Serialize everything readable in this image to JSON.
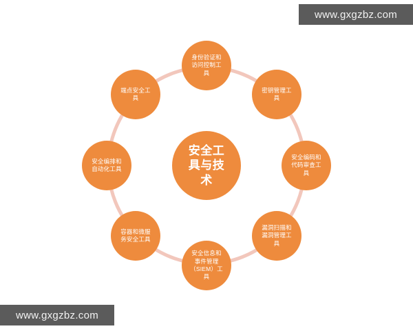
{
  "diagram": {
    "type": "cycle-ring",
    "center": {
      "label": "安全工\n具与技\n术"
    },
    "ring_color": "#f2c7bc",
    "node_color": "#ee8b3d",
    "background_color": "#ffffff",
    "nodes": [
      {
        "position": "top",
        "label": "身份验证和\n访问控制工\n具"
      },
      {
        "position": "upper-right",
        "label": "密钥管理工\n具"
      },
      {
        "position": "right",
        "label": "安全编码和\n代码审查工\n具"
      },
      {
        "position": "lower-right",
        "label": "漏洞扫描和\n漏洞管理工\n具"
      },
      {
        "position": "bottom",
        "label": "安全信息和\n事件管理\n（SIEM）工\n具"
      },
      {
        "position": "lower-left",
        "label": "容器和微服\n务安全工具"
      },
      {
        "position": "left",
        "label": "安全编排和\n自动化工具"
      },
      {
        "position": "upper-left",
        "label": "端点安全工\n具"
      }
    ]
  },
  "watermarks": {
    "top_right": "www.gxgzbz.com",
    "bottom_left": "www.gxgzbz.com"
  }
}
